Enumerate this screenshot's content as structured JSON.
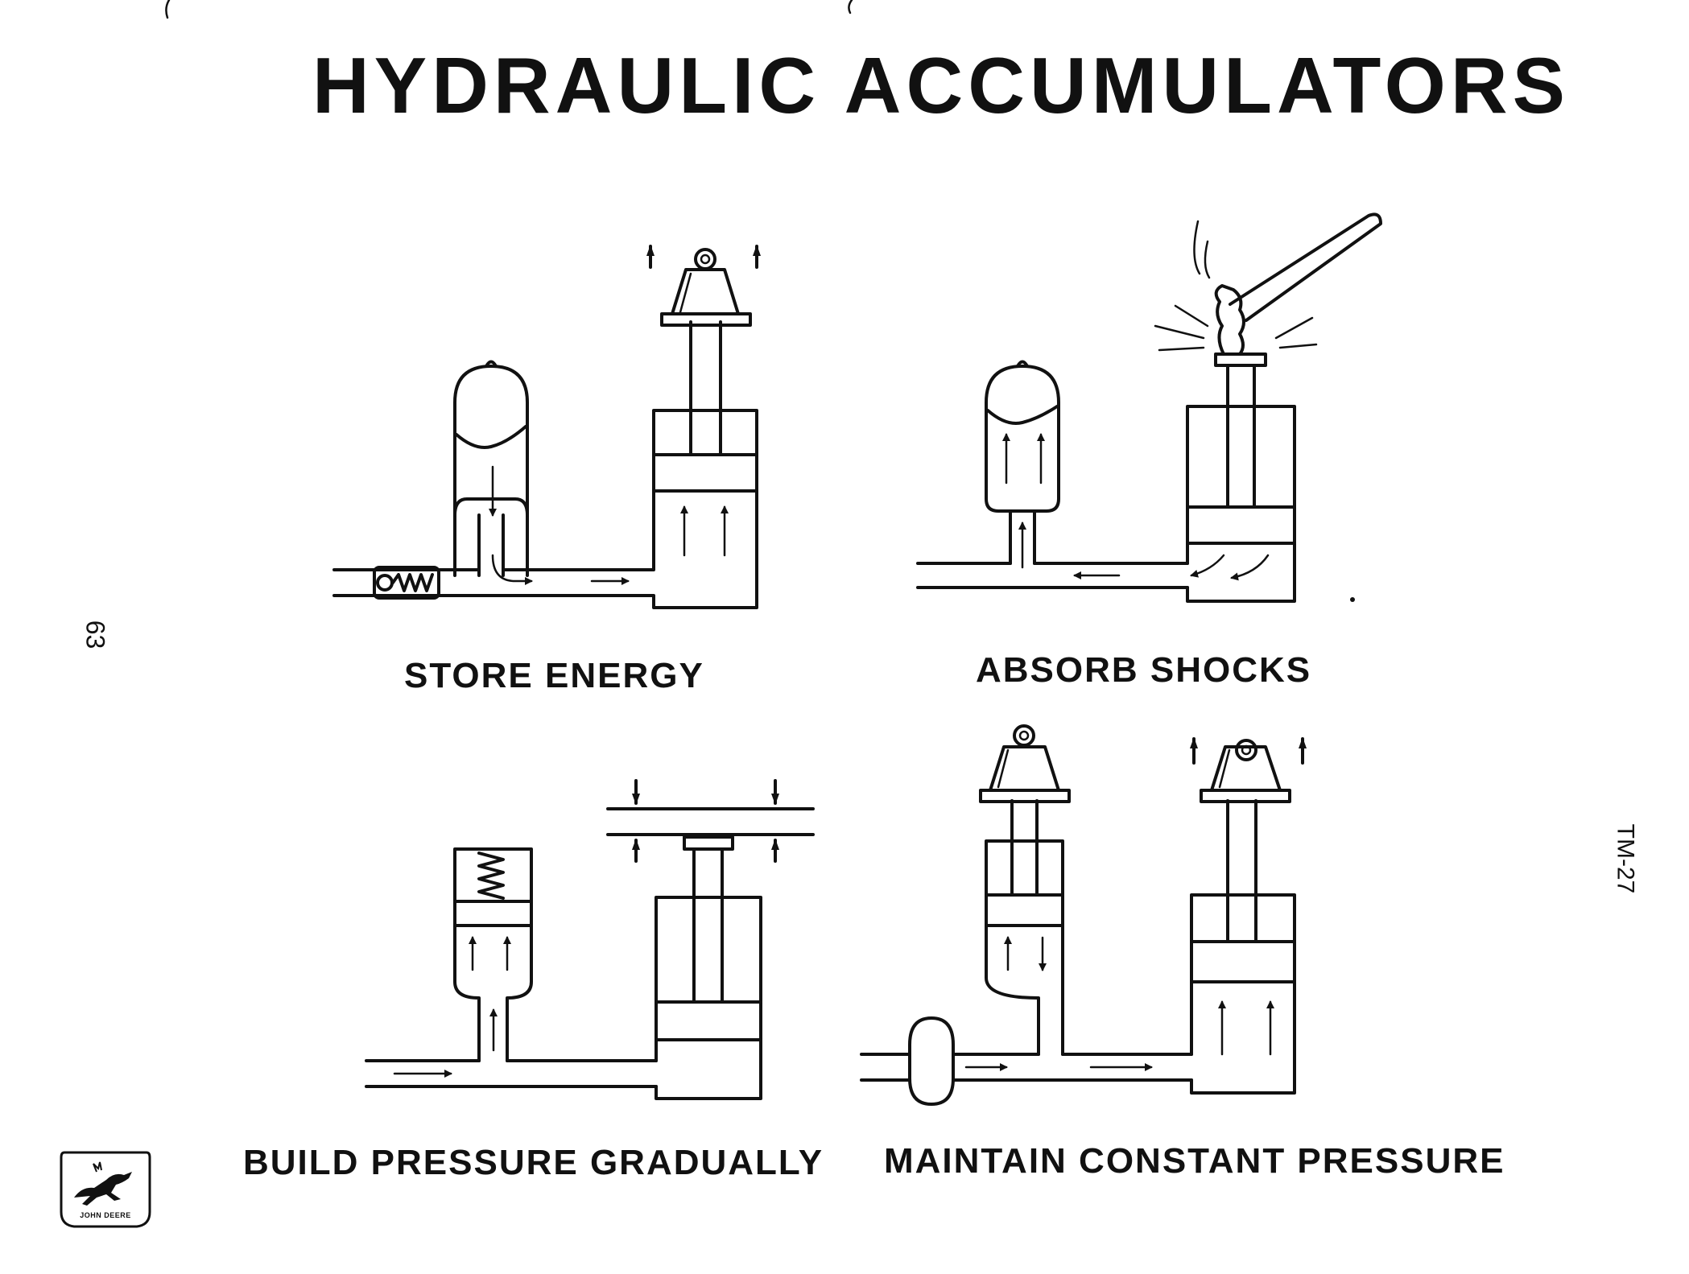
{
  "title": "HYDRAULIC ACCUMULATORS",
  "page_number": "63",
  "doc_code": "TM-27",
  "logo_text": "JOHN DEERE",
  "panels": [
    {
      "caption": "STORE ENERGY",
      "icon": "bladder-accumulator-lifting-load"
    },
    {
      "caption": "ABSORB SHOCKS",
      "icon": "bladder-accumulator-hammer-shock"
    },
    {
      "caption": "BUILD PRESSURE GRADUALLY",
      "icon": "spring-accumulator-press"
    },
    {
      "caption": "MAINTAIN CONSTANT PRESSURE",
      "icon": "piston-accumulator-lifting-load"
    }
  ]
}
